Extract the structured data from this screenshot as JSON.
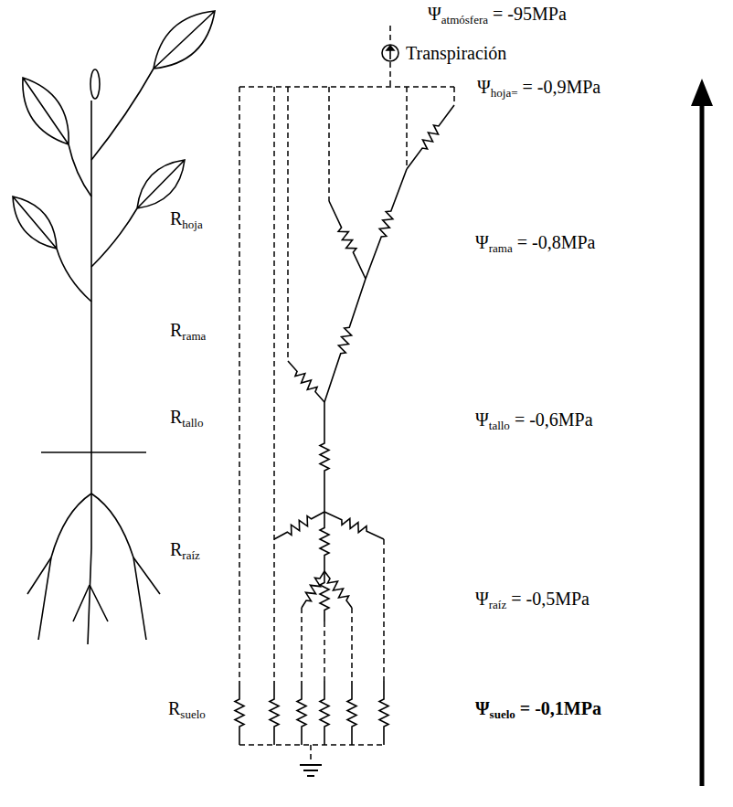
{
  "diagram": {
    "labels": [
      "Ψatmósfera = -95MPa",
      "Transpiración",
      "Ψhoja= = -0,9MPa",
      "Rhoja",
      "Ψrama = -0,8MPa",
      "Rrama",
      "Rtallo",
      "Ψtallo = -0,6MPa",
      "Rraíz",
      "Ψraíz = -0,5MPa",
      "Rsuelo",
      "Ψsuelo = -0,1MPa"
    ]
  }
}
